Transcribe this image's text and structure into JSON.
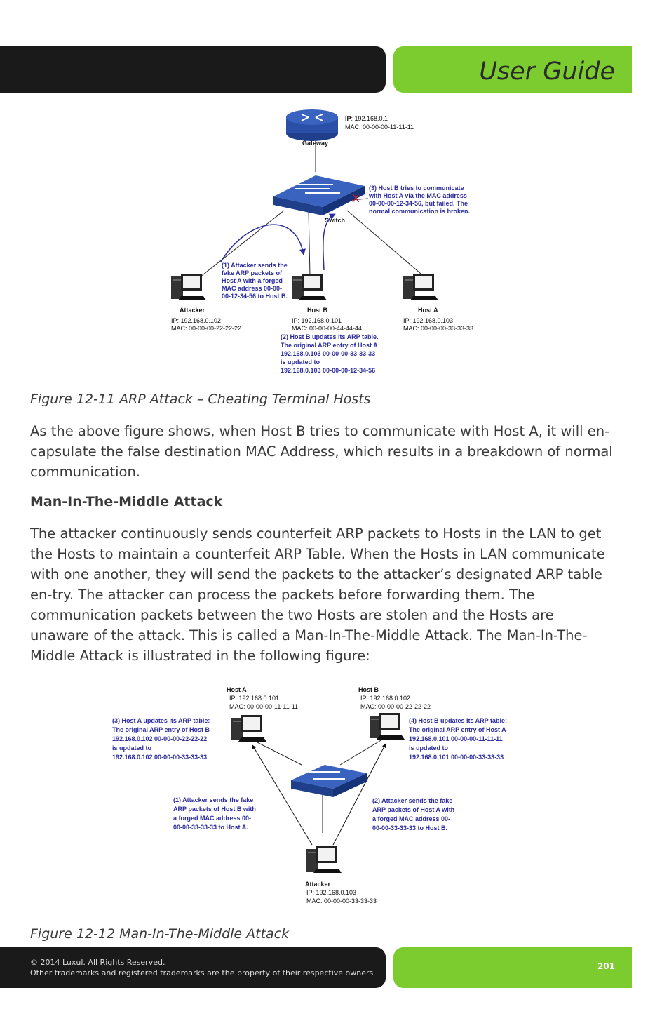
{
  "header": {
    "title": "User Guide"
  },
  "figure1": {
    "gateway_label": "Gateway",
    "gateway_ip_key": "IP",
    "gateway_ip_value": ": 192.168.0.1",
    "gateway_mac": "MAC: 00-00-00-11-11-11",
    "switch_label": "Switch",
    "attacker_label": "Attacker",
    "attacker_ip": "IP: 192.168.0.102",
    "attacker_mac": "MAC: 00-00-00-22-22-22",
    "hostb_label": "Host B",
    "hostb_ip": "IP: 192.168.0.101",
    "hostb_mac": "MAC: 00-00-00-44-44-44",
    "hosta_label": "Host A",
    "hosta_ip": "IP: 192.168.0.103",
    "hosta_mac": "MAC: 00-00-00-33-33-33",
    "note1": [
      "(1) Attacker sends the",
      "fake ARP packets of",
      "Host A with a forged",
      "MAC address 00-00-",
      "00-12-34-56 to Host B."
    ],
    "note2": [
      "(2) Host B updates its ARP table.",
      "The original ARP entry of Host A",
      "192.168.0.103      00-00-00-33-33-33",
      "is updated to",
      "192.168.0.103      00-00-00-12-34-56"
    ],
    "note3": [
      "(3) Host B tries to communicate",
      "with Host A via the MAC address",
      "00-00-00-12-34-56, but failed. The",
      "normal communication is broken."
    ],
    "fail_mark": "X"
  },
  "caption1": "Figure 12-11 ARP Attack – Cheating Terminal Hosts",
  "para1": "As the above figure shows, when Host B tries to communicate with Host A, it will en-capsulate the false destination MAC Address, which results in a breakdown of normal communication.",
  "heading1": "Man-In-The-Middle Attack",
  "para2": "The attacker continuously sends counterfeit ARP packets to Hosts in the LAN to get the Hosts to maintain a counterfeit ARP Table. When the Hosts in LAN communicate with one another, they will send the packets to the attacker’s designated ARP table en-try. The attacker can process the packets before forwarding them. The communication packets between the two Hosts are stolen and the Hosts are unaware of the attack. This is called a Man-In-The-Middle Attack. The Man-In-The-Middle Attack is illustrated in the following figure:",
  "figure2": {
    "hosta_label": "Host A",
    "hosta_ip": "IP: 192.168.0.101",
    "hosta_mac": "MAC: 00-00-00-11-11-11",
    "hostb_label": "Host B",
    "hostb_ip": "IP: 192.168.0.102",
    "hostb_mac": "MAC: 00-00-00-22-22-22",
    "attacker_label": "Attacker",
    "attacker_ip": "IP: 192.168.0.103",
    "attacker_mac": "MAC: 00-00-00-33-33-33",
    "note3": [
      "(3) Host A updates its ARP table:",
      "The original ARP entry of Host B",
      "192.168.0.102    00-00-00-22-22-22",
      "is updated to",
      "192.168.0.102    00-00-00-33-33-33"
    ],
    "note4": [
      "(4) Host B updates its ARP table:",
      "The original ARP entry of Host A",
      "192.168.0.101    00-00-00-11-11-11",
      "is updated to",
      "192.168.0.101    00-00-00-33-33-33"
    ],
    "note1": [
      "(1) Attacker sends the fake",
      "ARP packets of Host B with",
      "a forged MAC address 00-",
      "00-00-33-33-33 to Host A."
    ],
    "note2": [
      "(2) Attacker sends the fake",
      "ARP packets of Host A with",
      "a forged MAC address 00-",
      "00-00-33-33-33 to Host B."
    ]
  },
  "caption2": "Figure 12-12 Man-In-The-Middle Attack",
  "footer": {
    "copyright": "© 2014  Luxul. All Rights Reserved.",
    "trademarks": "Other trademarks and registered trademarks are the property of their respective owners",
    "page_number": "201"
  },
  "colors": {
    "brand_green": "#7ccc2f",
    "bar_black": "#1a1a1a",
    "note_blue": "#2b2b9e",
    "switch_blue": "#2a4fa8",
    "fail_red": "#d62020"
  }
}
